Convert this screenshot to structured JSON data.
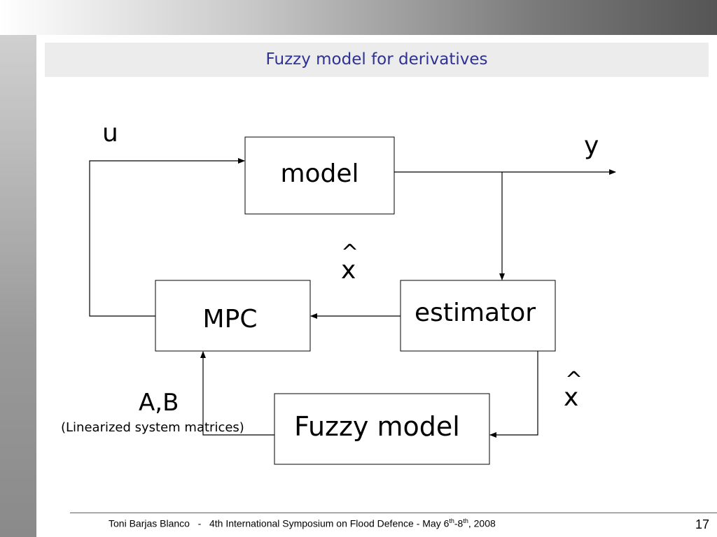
{
  "slide": {
    "title": "Fuzzy model for derivatives",
    "page_number": "17"
  },
  "diagram": {
    "blocks": {
      "model": "model",
      "mpc": "MPC",
      "estimator": "estimator",
      "fuzzy_model": "Fuzzy model"
    },
    "signals": {
      "u": "u",
      "y": "y",
      "x_hat_top_hat": "^",
      "x_hat_top_var": "x",
      "x_hat_right_hat": "^",
      "x_hat_right_var": "x",
      "ab": "A,B",
      "ab_note": "(Linearized system matrices)"
    }
  },
  "footer": {
    "author": "Toni Barjas Blanco",
    "separator": "-",
    "event_prefix": "4th International Symposium on Flood Defence - May 6",
    "sup1": "th",
    "dash": "-8",
    "sup2": "th",
    "year": ", 2008"
  }
}
